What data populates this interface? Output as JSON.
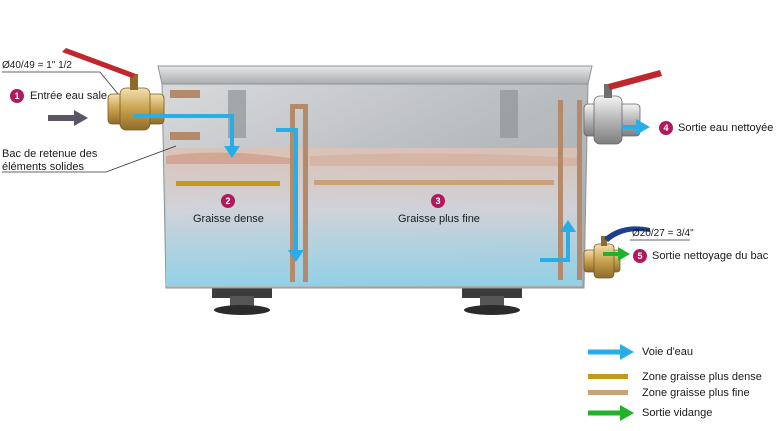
{
  "pipe_sizes": {
    "inlet": "Ø40/49 = 1\" 1/2",
    "drain": "Ø20/27 = 3/4\""
  },
  "callouts": [
    {
      "number": "1",
      "label": "Entrée eau sale"
    },
    {
      "number": "2",
      "label": "Graisse dense"
    },
    {
      "number": "3",
      "label": "Graisse plus fine"
    },
    {
      "number": "4",
      "label": "Sortie eau nettoyée"
    },
    {
      "number": "5",
      "label": "Sortie nettoyage du bac"
    }
  ],
  "solids_tray_label": "Bac de retenue des éléments solides",
  "legend": [
    {
      "label": "Voie d'eau",
      "color": "#27aee6",
      "kind": "arrow"
    },
    {
      "label": "Zone graisse plus dense",
      "color": "#c49a1a",
      "kind": "bar"
    },
    {
      "label": "Zone graisse plus fine",
      "color": "#c9a27c",
      "kind": "bar"
    },
    {
      "label": "Sortie vidange",
      "color": "#22b22a",
      "kind": "arrow"
    }
  ],
  "colors": {
    "number_badge": "#b0195a",
    "water_path": "#27aee6",
    "baffle": "#b58a6a",
    "valve_handle": "#c0272d",
    "drain_handle": "#1c3f8f"
  }
}
